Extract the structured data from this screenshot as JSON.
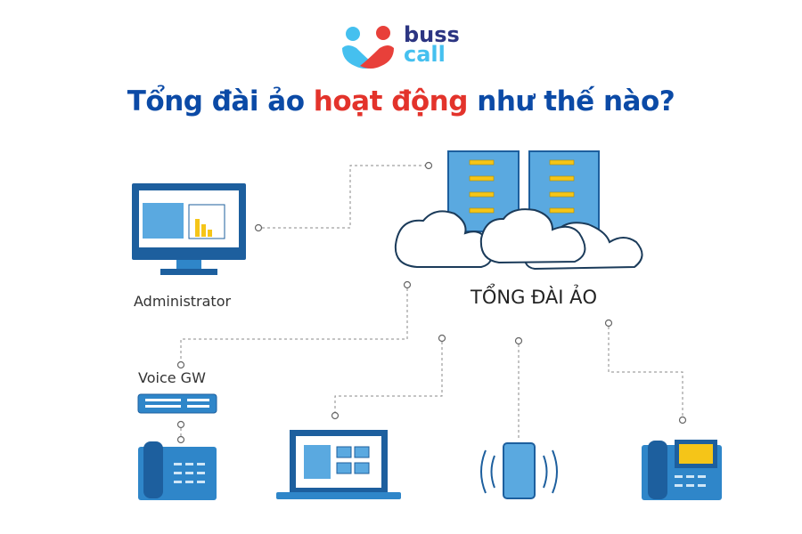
{
  "brand": {
    "line1": "buss",
    "line2": "call"
  },
  "title": {
    "part1": "Tổng đài ảo ",
    "highlight": "hoạt động",
    "part2": " như thế nào?"
  },
  "nodes": {
    "cloud": "TỔNG ĐÀI ẢO",
    "admin": "Administrator",
    "voice_gw": "Voice GW"
  },
  "colors": {
    "blue": "#0b4aa6",
    "red": "#e3332b",
    "device": "#2f86c9",
    "accent": "#f5c518"
  }
}
